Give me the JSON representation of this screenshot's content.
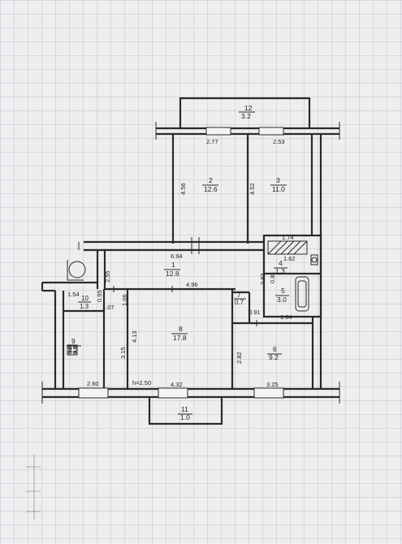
{
  "rooms": [
    {
      "id": "12",
      "area": "3.2"
    },
    {
      "id": "2",
      "area": "12.6"
    },
    {
      "id": "3",
      "area": "11.0"
    },
    {
      "id": "1",
      "area": "12.8"
    },
    {
      "id": "4",
      "area": "1.3"
    },
    {
      "id": "5",
      "area": "3.0"
    },
    {
      "id": "10",
      "area": "1.3"
    },
    {
      "id": "7",
      "area": "0.7"
    },
    {
      "id": "9",
      "area": "8.2"
    },
    {
      "id": "8",
      "area": "17.8"
    },
    {
      "id": "6",
      "area": "9.2"
    },
    {
      "id": "11",
      "area": "1.0"
    }
  ],
  "dimensions": {
    "d277": "2.77",
    "d253": "2.53",
    "d456": "4.56",
    "d452": "4.52",
    "d174": "1.74",
    "d162": "1.62",
    "d694": "6.94",
    "d255": "2.55",
    "d283": "2.83",
    "d081": "0.81",
    "d154": "1.54",
    "d095": "0.95",
    "d106": "1.06",
    "d496": "4.96",
    "d107": "1.07",
    "d091": "0.91",
    "d164": "1.64",
    "d413": "4.13",
    "d315": "3.15",
    "d282": "2.82",
    "d260": "2.60",
    "d432": "4.32",
    "d325": "3.25",
    "height": "h=2.50"
  }
}
